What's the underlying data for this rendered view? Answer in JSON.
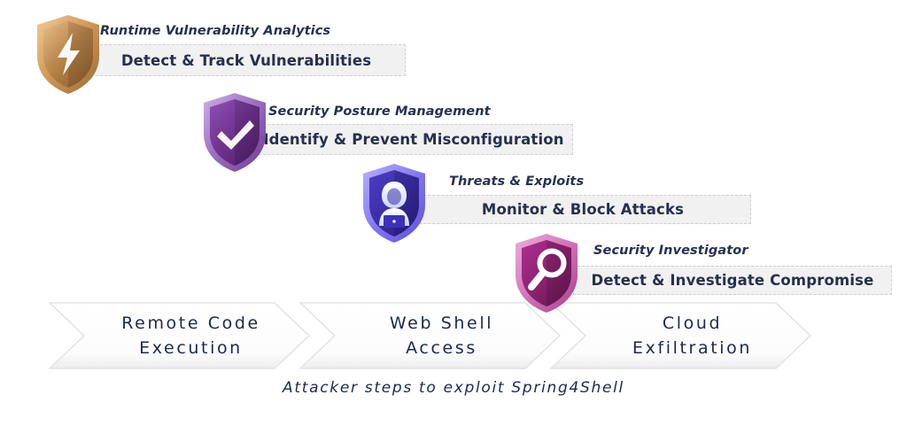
{
  "diagram": {
    "caption": "Attacker steps to exploit Spring4Shell",
    "capabilities": [
      {
        "title": "Runtime Vulnerability Analytics",
        "action": "Detect & Track Vulnerabilities",
        "icon": "shield-lightning-icon",
        "color": "#c08a4a",
        "color_dark": "#8a5c24",
        "color_light": "#f0c893"
      },
      {
        "title": "Security Posture Management",
        "action": "Identify & Prevent Misconfiguration",
        "icon": "shield-check-icon",
        "color": "#7b3f9d",
        "color_dark": "#5a2a78",
        "color_light": "#c3a4de"
      },
      {
        "title": "Threats & Exploits",
        "action": "Monitor & Block Attacks",
        "icon": "shield-hacker-icon",
        "color": "#4b3fc4",
        "color_dark": "#33249b",
        "color_light": "#9b90f5"
      },
      {
        "title": "Security Investigator",
        "action": "Detect & Investigate Compromise",
        "icon": "shield-magnifier-icon",
        "color": "#a83388",
        "color_dark": "#7d1f64",
        "color_light": "#e09bd0"
      }
    ],
    "attack_steps": [
      {
        "line1": "Remote Code",
        "line2": "Execution"
      },
      {
        "line1": "Web Shell",
        "line2": "Access"
      },
      {
        "line1": "Cloud",
        "line2": "Exfiltration"
      }
    ]
  }
}
